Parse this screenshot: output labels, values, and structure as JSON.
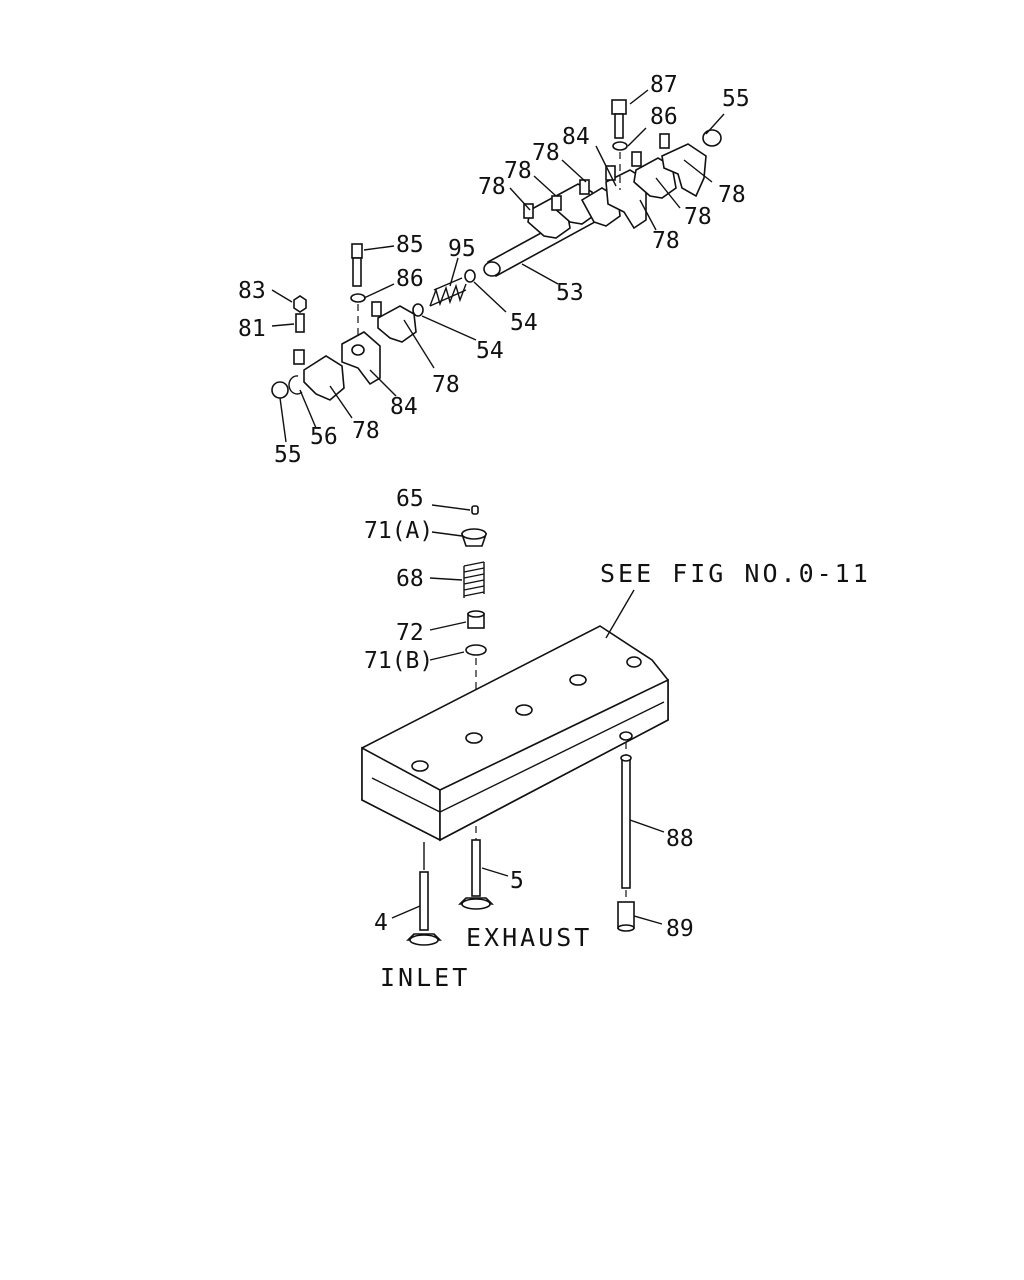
{
  "callouts": {
    "c87": "87",
    "c86a": "86",
    "c55a": "55",
    "c84a": "84",
    "c78a": "78",
    "c78b": "78",
    "c78c": "78",
    "c78d": "78",
    "c78e": "78",
    "c78f": "78",
    "c53": "53",
    "c54a": "54",
    "c54b": "54",
    "c85": "85",
    "c95": "95",
    "c86b": "86",
    "c83": "83",
    "c81": "81",
    "c78g": "78",
    "c84b": "84",
    "c78h": "78",
    "c56": "56",
    "c55b": "55",
    "c65": "65",
    "c71a": "71(A)",
    "c68": "68",
    "c72": "72",
    "c71b": "71(B)",
    "c88": "88",
    "c5": "5",
    "c4": "4",
    "c89": "89"
  },
  "notes": {
    "see_fig": "SEE FIG NO.0-11",
    "exhaust": "EXHAUST",
    "inlet": "INLET"
  }
}
